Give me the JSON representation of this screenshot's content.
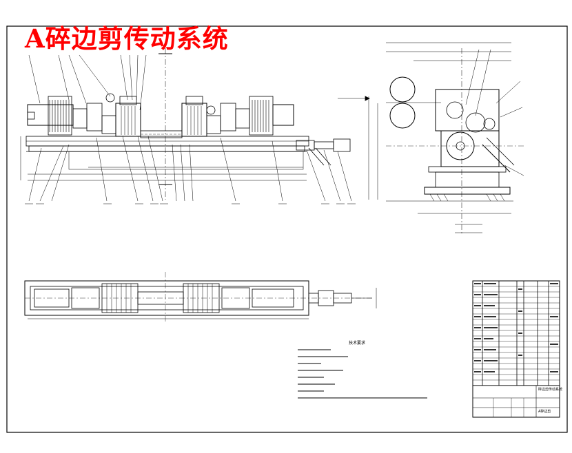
{
  "drawing": {
    "title": "A碎边剪传动系统",
    "notes_heading": "技术要求",
    "title_block_name": "碎边剪传动系统",
    "title_block_code": "A碎边剪",
    "colors": {
      "ink": "#000000",
      "title": "#ff0000",
      "paper": "#ffffff"
    }
  }
}
